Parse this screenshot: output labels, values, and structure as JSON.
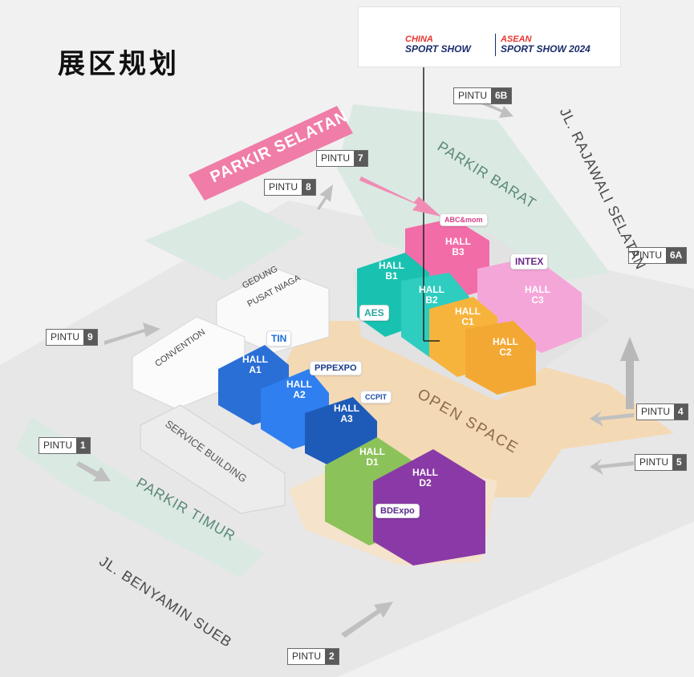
{
  "title": "展区规划",
  "brand": {
    "china": "CHINA",
    "sport_show": "SPORT SHOW",
    "asean": "ASEAN",
    "asean_sport_show": "SPORT SHOW 2024"
  },
  "gates": {
    "g6b": {
      "word": "PINTU",
      "num": "6B"
    },
    "g7": {
      "word": "PINTU",
      "num": "7"
    },
    "g8": {
      "word": "PINTU",
      "num": "8"
    },
    "g6a": {
      "word": "PINTU",
      "num": "6A"
    },
    "g9": {
      "word": "PINTU",
      "num": "9"
    },
    "g4": {
      "word": "PINTU",
      "num": "4"
    },
    "g1": {
      "word": "PINTU",
      "num": "1"
    },
    "g5": {
      "word": "PINTU",
      "num": "5"
    },
    "g2": {
      "word": "PINTU",
      "num": "2"
    }
  },
  "labels": {
    "parkir_selatan": "PARKIR SELATAN",
    "parkir_barat": "PARKIR BARAT",
    "jl_rajawali": "JL. RAJAWALI SELATAN",
    "gedung": "GEDUNG",
    "pusat_niaga": "PUSAT NIAGA",
    "convention": "CONVENTION",
    "service_building": "SERVICE BUILDING",
    "parkir_timur": "PARKIR TIMUR",
    "jl_benyamin": "JL. BENYAMIN SUEB",
    "open_space": "OPEN SPACE"
  },
  "halls": {
    "a1": "HALL A1",
    "a2": "HALL A2",
    "a3": "HALL A3",
    "b1": "HALL B1",
    "b2": "HALL B2",
    "b3": "HALL B3",
    "c1": "HALL C1",
    "c2": "HALL C2",
    "c3": "HALL C3",
    "d1": "HALL D1",
    "d2": "HALL D2"
  },
  "exhibitors": {
    "abc": "ABC&mom",
    "intex": "INTEX",
    "aes": "AES",
    "tin": "TIN",
    "ppp": "PPPEXPO",
    "cpit": "CCPIT",
    "bd": "BDExpo"
  },
  "colors": {
    "background": "#f1f1f1",
    "road": "#e7e7e7",
    "park": "#dbe9e3",
    "open_space": "#f4d9b5",
    "parkir_selatan": "#f07ca8",
    "hall_a": "#2a6fd6",
    "hall_b_teal": "#19c2b0",
    "hall_b_pink": "#f26ca8",
    "hall_c_orange": "#f7b43c",
    "hall_c_pink": "#f5a6d8",
    "hall_d1": "#8cc25a",
    "hall_d2": "#8a3aa6",
    "gate_badge": "#5a5a5a"
  },
  "icons": [
    "arrow-icon",
    "brand-logo-icon"
  ]
}
